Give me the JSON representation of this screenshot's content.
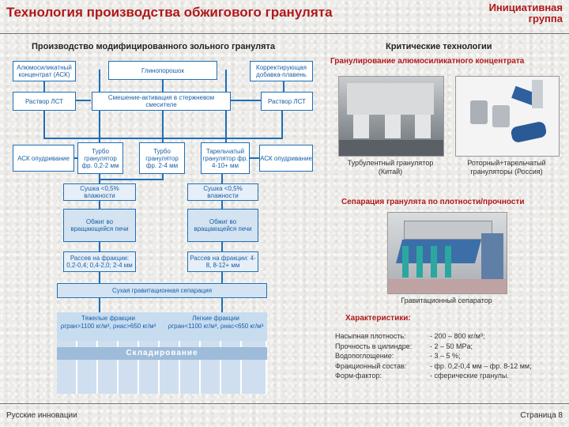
{
  "header": {
    "title": "Технология производства обжигового гранулята",
    "brand_line1": "Инициативная",
    "brand_line2": "группа"
  },
  "left": {
    "title": "Производство модифицированного зольного гранулята",
    "flow": {
      "ask_concentrate": "Алюмосиликатный концентрат (АСК)",
      "clay_powder": "Глинопорошок",
      "corrective_additive": "Корректирующая добавка-плавень",
      "lst_left": "Раствор ЛСТ",
      "mixing": "Смешение-активация в стержневом смесителе",
      "lst_right": "Раствор ЛСТ",
      "ask_dust_left": "АСК опудривание",
      "turbo1": "Турбо гранулятор фр. 0,2-2 мм",
      "turbo2": "Турбо гранулятор фр. 2-4 мм",
      "plate": "Тарельчатый гранулятор фр. 4-10+ мм",
      "ask_dust_right": "АСК опудривание",
      "dry_left": "Сушка <0,5% влажности",
      "dry_right": "Сушка <0,5% влажности",
      "fire_left": "Обжиг во вращающейся печи",
      "fire_right": "Обжиг во вращающейся печи",
      "sieve_left": "Рассев на фракции: 0,2-0,4; 0,4-2,0; 2-4 мм",
      "sieve_right": "Рассев на фракции: 4-8, 8-12+ мм",
      "separation": "Сухая гравитационная сепарация",
      "heavy_title": "Тяжелые фракции",
      "heavy_values": "ρгран>1100 кг/м³, ρнас>650 кг/м³",
      "light_title": "Легкие фракции",
      "light_values": "ρгран<1100 кг/м³, ρнас<650 кг/м³",
      "storage": "Складирование"
    }
  },
  "right": {
    "title": "Критические технологии",
    "granulation_heading": "Гранулирование алюмосиликатного концентрата",
    "photo1_caption": "Турбулентный гранулятор (Китай)",
    "photo2_caption": "Роторный+тарельчатый грануляторы (Россия)",
    "separation_heading": "Сепарация гранулята по плотности/прочности",
    "photo3_caption": "Гравитационный сепаратор",
    "characteristics_heading": "Характеристики:",
    "characteristics": [
      {
        "label": "Насыпная плотность:",
        "value": "- 200 – 800 кг/м³;"
      },
      {
        "label": "Прочность в цилиндре:",
        "value": "- 2 – 50 MPa;"
      },
      {
        "label": "Водопоглощение:",
        "value": "- 3 – 5 %;"
      },
      {
        "label": "Фракционный состав:",
        "value": "- фр. 0,2-0,4 мм – фр. 8-12 мм;"
      },
      {
        "label": "Форм-фактор:",
        "value": "- сферические гранулы."
      }
    ]
  },
  "footer": {
    "left": "Русские инновации",
    "right": "Страница 8"
  }
}
